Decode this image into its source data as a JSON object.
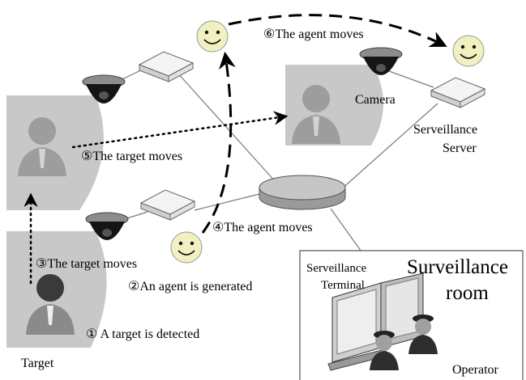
{
  "steps": {
    "s1": "① A target is detected",
    "s2": "②An agent is generated",
    "s3": "③The target moves",
    "s4": "④The agent moves",
    "s5": "⑤The target moves",
    "s6": "⑥The agent moves"
  },
  "labels": {
    "target": "Target",
    "camera": "Camera",
    "server_line1": "Serveillance",
    "server_line2": "Server",
    "terminal_line1": "Serveillance",
    "terminal_line2": "Terminal",
    "room_line1": "Surveillance",
    "room_line2": "room",
    "operator": "Operator"
  },
  "colors": {
    "fov": "#c8c8c8",
    "device_fill": "#f2f2f2",
    "line": "#7a7a7a",
    "smiley": "#f0f0c0",
    "person": "#8a8a8a",
    "person_dark": "#3a3a3a",
    "camera_body": "#8c8c8c",
    "camera_dome": "#151515"
  },
  "icons": {
    "smiley": "smiley-face-icon",
    "camera": "dome-camera-icon",
    "person": "person-icon",
    "operator": "operator-icon",
    "device": "network-device-icon",
    "server": "server-disk-icon",
    "monitor": "monitor-icon"
  }
}
